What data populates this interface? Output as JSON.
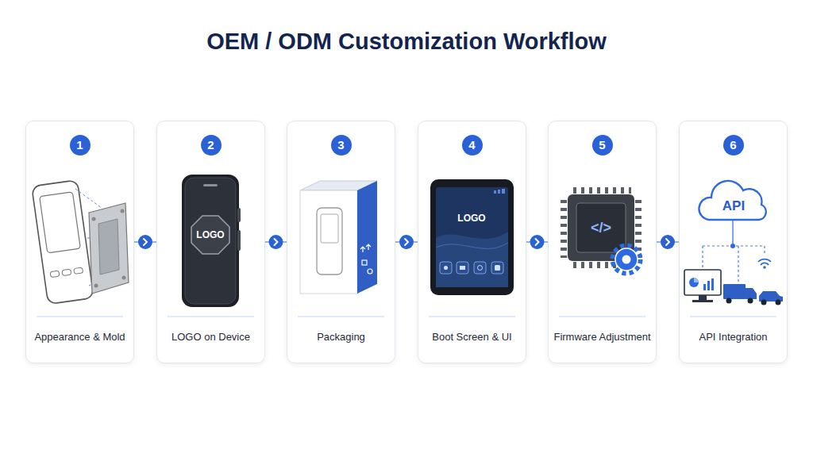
{
  "diagram": {
    "title": "OEM / ODM Customization Workflow",
    "nodes": [
      {
        "text": [
          "Appearance & Mold"
        ]
      },
      {
        "text": [
          "1"
        ],
        "in": 0
      },
      {
        "text": [
          "LOGO on Device"
        ]
      },
      {
        "text": [
          "2"
        ],
        "in": 2
      },
      {
        "text": [
          "Packaging"
        ]
      },
      {
        "text": [
          "3"
        ],
        "in": 4
      },
      {
        "text": [
          "Boot Screen & UI"
        ]
      },
      {
        "text": [
          "4"
        ],
        "in": 6
      },
      {
        "text": [
          "Firmware Adjustment"
        ]
      },
      {
        "text": [
          "5"
        ],
        "in": 8
      },
      {
        "text": [
          "API Integration"
        ]
      },
      {
        "text": [
          "6"
        ],
        "in": 10
      }
    ],
    "edges": [
      {
        "from": 0,
        "to": 2,
        "arrow": "to"
      },
      {
        "from": 2,
        "to": 4,
        "arrow": "to"
      },
      {
        "from": 4,
        "to": 6,
        "arrow": "to"
      },
      {
        "from": 6,
        "to": 8,
        "arrow": "to"
      },
      {
        "from": 8,
        "to": 10,
        "arrow": "to"
      }
    ],
    "labels": [
      "LOGO",
      "LOGO",
      "</>",
      "API"
    ]
  }
}
